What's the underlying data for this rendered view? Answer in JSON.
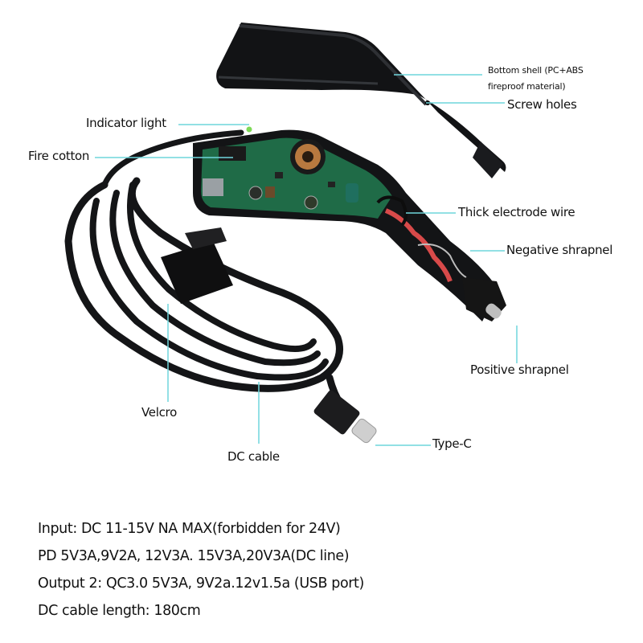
{
  "colors": {
    "leader": "#6fd6dc",
    "plastic": "#111214",
    "pcb": "#1f6b47",
    "wire_red": "#d84a4a",
    "text": "#111111",
    "background": "#ffffff"
  },
  "product": {
    "name": "Car charger with Type-C DC cable (exploded view)",
    "parts": {
      "bottom_shell": "bottom-shell",
      "pcb": "circuit-board",
      "cable": "coiled-dc-cable",
      "velcro": "velcro-strap",
      "plug": "type-c-plug",
      "tip": "cigarette-lighter-tip"
    }
  },
  "callouts": [
    {
      "id": "bottom-shell",
      "line1": "Bottom shell (PC+ABS",
      "line2": "fireproof material)"
    },
    {
      "id": "screw-holes",
      "text": "Screw holes"
    },
    {
      "id": "indicator-light",
      "text": "Indicator light"
    },
    {
      "id": "fire-cotton",
      "text": "Fire cotton"
    },
    {
      "id": "thick-electrode-wire",
      "text": "Thick electrode wire"
    },
    {
      "id": "negative-shrapnel",
      "text": "Negative shrapnel"
    },
    {
      "id": "positive-shrapnel",
      "text": "Positive shrapnel"
    },
    {
      "id": "velcro",
      "text": "Velcro"
    },
    {
      "id": "dc-cable",
      "text": "DC cable"
    },
    {
      "id": "type-c",
      "text": "Type-C"
    }
  ],
  "specs": [
    "Input: DC 11-15V NA MAX(forbidden for 24V)",
    "PD 5V3A,9V2A, 12V3A. 15V3A,20V3A(DC line)",
    "Output 2: QC3.0 5V3A, 9V2a.12v1.5a (USB port)",
    "DC cable length: 180cm"
  ]
}
